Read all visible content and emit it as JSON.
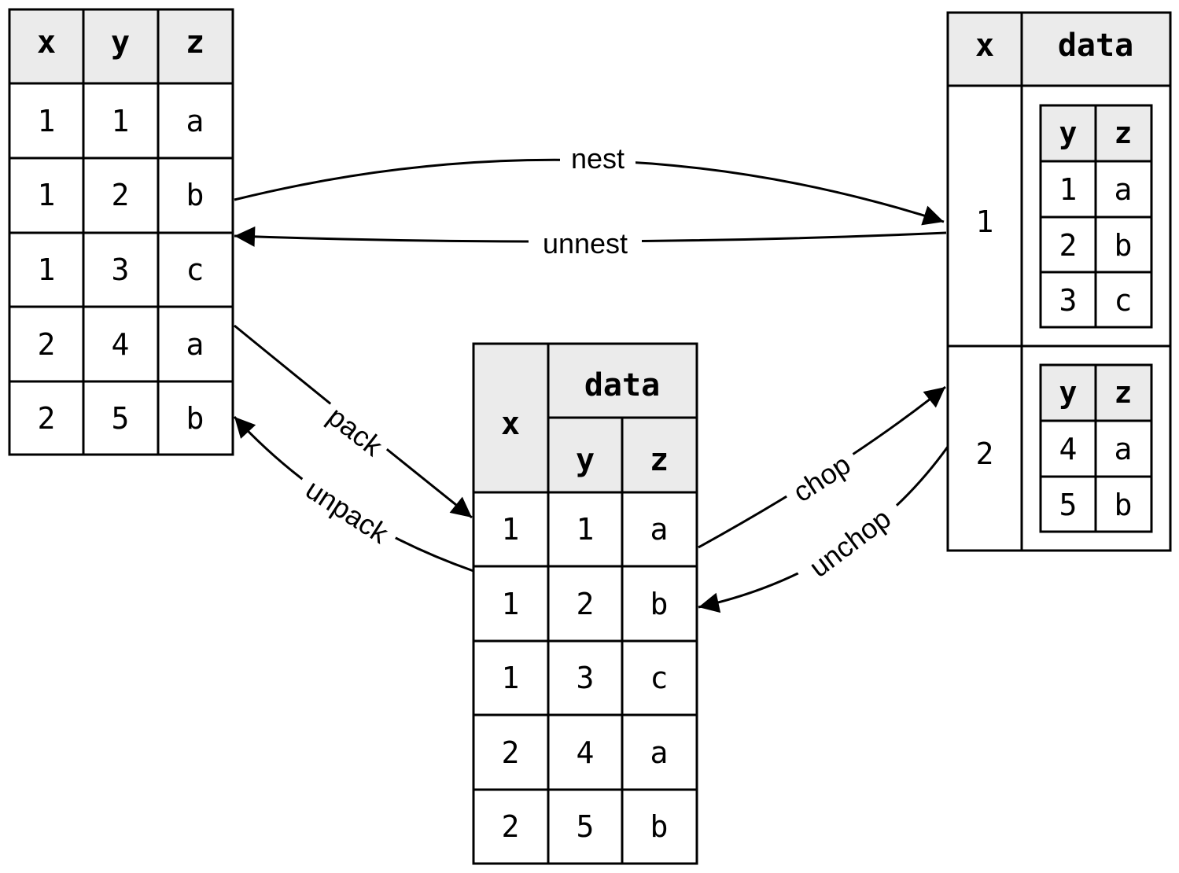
{
  "original_table": {
    "headers": [
      "x",
      "y",
      "z"
    ],
    "rows": [
      [
        "1",
        "1",
        "a"
      ],
      [
        "1",
        "2",
        "b"
      ],
      [
        "1",
        "3",
        "c"
      ],
      [
        "2",
        "4",
        "a"
      ],
      [
        "2",
        "5",
        "b"
      ]
    ]
  },
  "packed_table": {
    "x_header": "x",
    "group_header": "data",
    "sub_headers": [
      "y",
      "z"
    ],
    "rows": [
      [
        "1",
        "1",
        "a"
      ],
      [
        "1",
        "2",
        "b"
      ],
      [
        "1",
        "3",
        "c"
      ],
      [
        "2",
        "4",
        "a"
      ],
      [
        "2",
        "5",
        "b"
      ]
    ]
  },
  "nested_table": {
    "headers": [
      "x",
      "data"
    ],
    "groups": [
      {
        "x": "1",
        "inner_headers": [
          "y",
          "z"
        ],
        "inner_rows": [
          [
            "1",
            "a"
          ],
          [
            "2",
            "b"
          ],
          [
            "3",
            "c"
          ]
        ]
      },
      {
        "x": "2",
        "inner_headers": [
          "y",
          "z"
        ],
        "inner_rows": [
          [
            "4",
            "a"
          ],
          [
            "5",
            "b"
          ]
        ]
      }
    ]
  },
  "arrows": {
    "nest": "nest",
    "unnest": "unnest",
    "pack": "pack",
    "unpack": "unpack",
    "chop": "chop",
    "unchop": "unchop"
  }
}
